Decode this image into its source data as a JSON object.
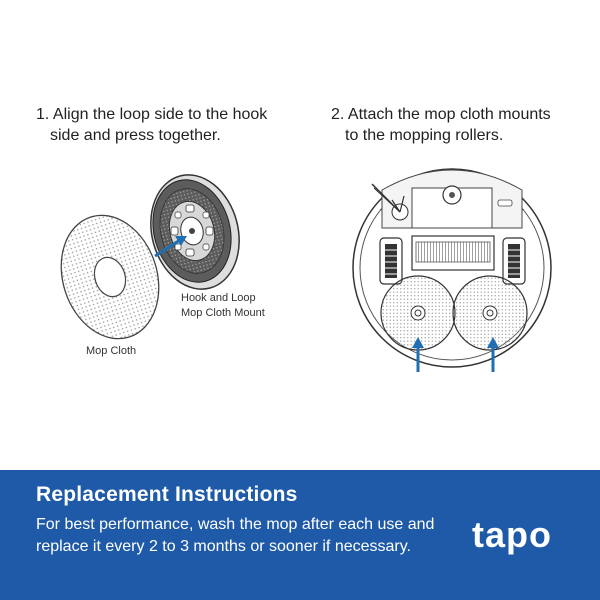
{
  "steps": [
    {
      "number": "1.",
      "line1": "Align the loop side to the hook",
      "line2": "side and press together."
    },
    {
      "number": "2.",
      "line1": "Attach the mop cloth mounts",
      "line2": "to the mopping rollers."
    }
  ],
  "labels": {
    "mount_line1": "Hook and Loop",
    "mount_line2": "Mop Cloth Mount",
    "cloth": "Mop Cloth"
  },
  "banner": {
    "title": "Replacement Instructions",
    "body": "For best performance, wash the mop after each use and replace it every 2 to 3 months or sooner if necessary.",
    "logo": "tapo"
  },
  "colors": {
    "banner_bg": "#1f5aa8",
    "arrow": "#1f6fb5",
    "line": "#333333"
  }
}
